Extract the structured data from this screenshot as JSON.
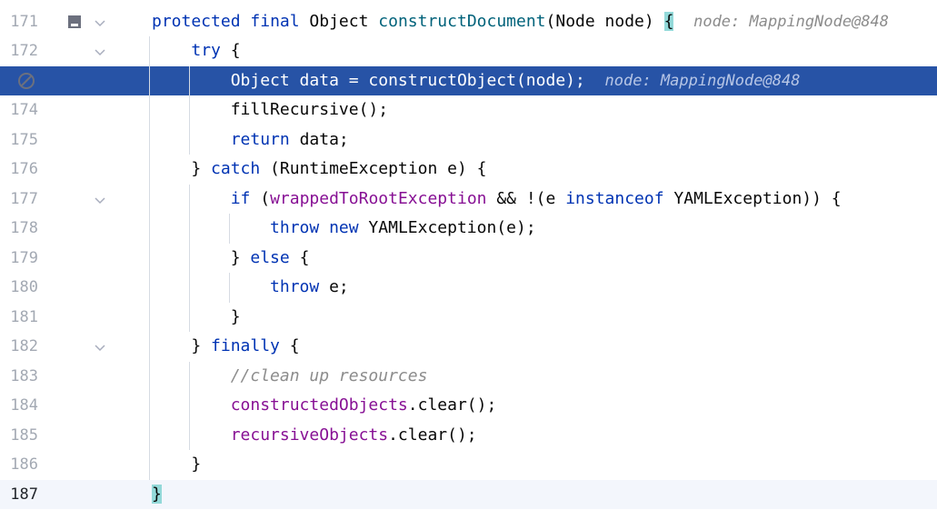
{
  "editor": {
    "lines": [
      {
        "num": "171",
        "segments": [
          {
            "t": "protected",
            "c": "kw"
          },
          {
            "t": " "
          },
          {
            "t": "final",
            "c": "kw"
          },
          {
            "t": " Object "
          },
          {
            "t": "constructDocument",
            "c": "fn"
          },
          {
            "t": "(Node node) "
          },
          {
            "t": "{",
            "c": "brace"
          },
          {
            "t": "  "
          },
          {
            "t": "node: MappingNode@848",
            "c": "hint"
          }
        ]
      },
      {
        "num": "172",
        "segments": [
          {
            "t": "    "
          },
          {
            "t": "try",
            "c": "kw"
          },
          {
            "t": " {"
          }
        ]
      },
      {
        "num": "",
        "segments": [
          {
            "t": "        Object data = constructObject(node);  "
          },
          {
            "t": "node: MappingNode@848",
            "c": "hint"
          }
        ]
      },
      {
        "num": "174",
        "segments": [
          {
            "t": "        fillRecursive();"
          }
        ]
      },
      {
        "num": "175",
        "segments": [
          {
            "t": "        "
          },
          {
            "t": "return",
            "c": "kw"
          },
          {
            "t": " data;"
          }
        ]
      },
      {
        "num": "176",
        "segments": [
          {
            "t": "    } "
          },
          {
            "t": "catch",
            "c": "kw"
          },
          {
            "t": " (RuntimeException e) {"
          }
        ]
      },
      {
        "num": "177",
        "segments": [
          {
            "t": "        "
          },
          {
            "t": "if",
            "c": "kw"
          },
          {
            "t": " ("
          },
          {
            "t": "wrappedToRootException",
            "c": "fld"
          },
          {
            "t": " && !(e "
          },
          {
            "t": "instanceof",
            "c": "kw"
          },
          {
            "t": " YAMLException)) {"
          }
        ]
      },
      {
        "num": "178",
        "segments": [
          {
            "t": "            "
          },
          {
            "t": "throw",
            "c": "kw"
          },
          {
            "t": " "
          },
          {
            "t": "new",
            "c": "kw"
          },
          {
            "t": " YAMLException(e);"
          }
        ]
      },
      {
        "num": "179",
        "segments": [
          {
            "t": "        } "
          },
          {
            "t": "else",
            "c": "kw"
          },
          {
            "t": " {"
          }
        ]
      },
      {
        "num": "180",
        "segments": [
          {
            "t": "            "
          },
          {
            "t": "throw",
            "c": "kw"
          },
          {
            "t": " e;"
          }
        ]
      },
      {
        "num": "181",
        "segments": [
          {
            "t": "        }"
          }
        ]
      },
      {
        "num": "182",
        "segments": [
          {
            "t": "    } "
          },
          {
            "t": "finally",
            "c": "kw"
          },
          {
            "t": " {"
          }
        ]
      },
      {
        "num": "183",
        "segments": [
          {
            "t": "        "
          },
          {
            "t": "//clean up resources",
            "c": "cm"
          }
        ]
      },
      {
        "num": "184",
        "segments": [
          {
            "t": "        "
          },
          {
            "t": "constructedObjects",
            "c": "fld"
          },
          {
            "t": ".clear();"
          }
        ]
      },
      {
        "num": "185",
        "segments": [
          {
            "t": "        "
          },
          {
            "t": "recursiveObjects",
            "c": "fld"
          },
          {
            "t": ".clear();"
          }
        ]
      },
      {
        "num": "186",
        "segments": [
          {
            "t": "    }"
          }
        ]
      },
      {
        "num": "187",
        "segments": [
          {
            "t": "}",
            "c": "brace"
          }
        ]
      }
    ],
    "fold_rows": [
      0,
      1,
      6,
      11
    ],
    "execution_row": 2,
    "caret_row": 16,
    "breakpoint_row": 2,
    "bookmark_row": 0,
    "icons": {
      "breakpoint": "muted-breakpoint-icon",
      "bookmark": "bookmark-icon",
      "fold": "chevron-down-icon"
    },
    "colors": {
      "execution_line": "#2753A6",
      "keyword": "#0033B3",
      "method": "#00627A",
      "field": "#871094",
      "comment": "#8C8C8C",
      "brace_match": "#93D9D9"
    }
  }
}
